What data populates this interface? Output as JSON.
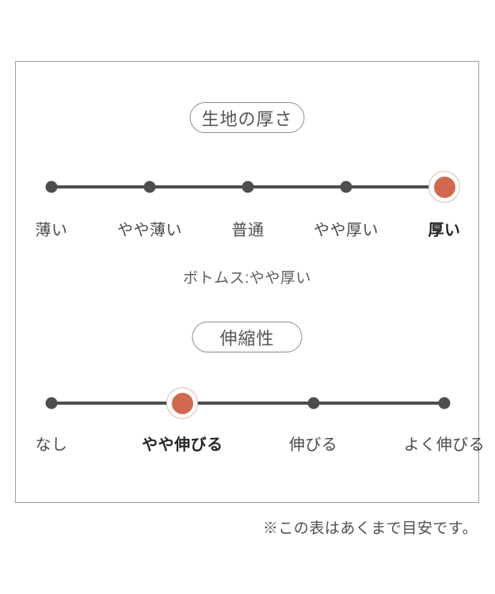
{
  "colors": {
    "accent_orange": "#d2694e",
    "marker_ring": "#debaab",
    "scale_line": "#4d4d4d",
    "panel_border": "#9f9f9f"
  },
  "scales": {
    "thickness": {
      "title": "生地の厚さ",
      "options": [
        {
          "label": "薄い"
        },
        {
          "label": "やや薄い"
        },
        {
          "label": "普通"
        },
        {
          "label": "やや厚い"
        },
        {
          "label": "厚い",
          "selected": true
        }
      ],
      "note": "ボトムス:やや厚い"
    },
    "stretch": {
      "title": "伸縮性",
      "options": [
        {
          "label": "なし"
        },
        {
          "label": "やや伸びる",
          "selected": true
        },
        {
          "label": "伸びる"
        },
        {
          "label": "よく伸びる"
        }
      ]
    }
  },
  "footnote": "※この表はあくまで目安です。"
}
